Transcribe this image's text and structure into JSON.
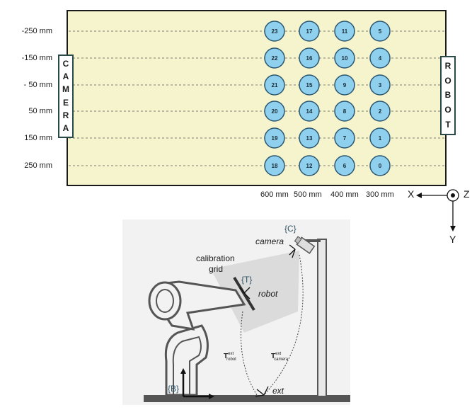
{
  "top_panel": {
    "row_labels": [
      "-250 mm",
      "-150 mm",
      "- 50 mm",
      "50 mm",
      "150 mm",
      "250 mm"
    ],
    "column_labels": [
      "600 mm",
      "500 mm",
      "400 mm",
      "300 mm"
    ],
    "camera_label": [
      "C",
      "A",
      "M",
      "E",
      "R",
      "A"
    ],
    "robot_label": [
      "R",
      "O",
      "B",
      "O",
      "T"
    ],
    "positions": [
      [
        "23",
        "17",
        "11",
        "5"
      ],
      [
        "22",
        "16",
        "10",
        "4"
      ],
      [
        "21",
        "15",
        "9",
        "3"
      ],
      [
        "20",
        "14",
        "8",
        "2"
      ],
      [
        "19",
        "13",
        "7",
        "1"
      ],
      [
        "18",
        "12",
        "6",
        "0"
      ]
    ],
    "axis": {
      "x": "X",
      "y": "Y",
      "z": "Z"
    },
    "colors": {
      "panel": "#f6f4cc",
      "marker_fill": "#8fd0ef",
      "marker_stroke": "#2a5670"
    }
  },
  "bottom_panel": {
    "labels": {
      "camera_frame": "{C}",
      "camera": "camera",
      "calibration": "calibration",
      "grid": "grid",
      "target_frame": "{T}",
      "robot": "robot",
      "base_frame": "{B}",
      "ext": "ext",
      "t_robot_main": "T",
      "t_robot_sup": "ext",
      "t_robot_sub": "robot",
      "t_camera_main": "T",
      "t_camera_sup": "ext",
      "t_camera_sub": "camera"
    }
  }
}
